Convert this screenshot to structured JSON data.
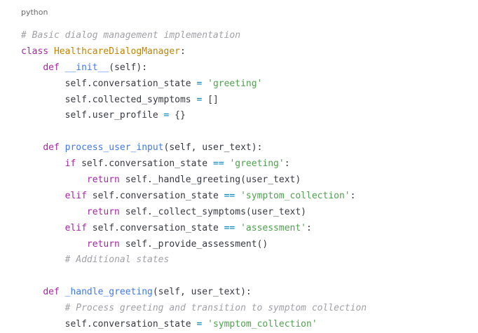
{
  "language_label": "python",
  "colors": {
    "keyword": "#a626a4",
    "class_name": "#c18401",
    "function_name": "#4078f2",
    "string": "#50a14f",
    "comment": "#a0a1a7",
    "operator": "#0184bc",
    "plain": "#383a42"
  },
  "code_lines": [
    {
      "indent": 0,
      "tokens": [
        {
          "t": "cmt",
          "v": "# Basic dialog management implementation"
        }
      ]
    },
    {
      "indent": 0,
      "tokens": [
        {
          "t": "kw",
          "v": "class"
        },
        {
          "t": "plain",
          "v": " "
        },
        {
          "t": "cls",
          "v": "HealthcareDialogManager"
        },
        {
          "t": "plain",
          "v": ":"
        }
      ]
    },
    {
      "indent": 1,
      "tokens": [
        {
          "t": "kw",
          "v": "def"
        },
        {
          "t": "plain",
          "v": " "
        },
        {
          "t": "fn",
          "v": "__init__"
        },
        {
          "t": "plain",
          "v": "(self):"
        }
      ]
    },
    {
      "indent": 2,
      "tokens": [
        {
          "t": "plain",
          "v": "self.conversation_state "
        },
        {
          "t": "op",
          "v": "="
        },
        {
          "t": "plain",
          "v": " "
        },
        {
          "t": "str",
          "v": "'greeting'"
        }
      ]
    },
    {
      "indent": 2,
      "tokens": [
        {
          "t": "plain",
          "v": "self.collected_symptoms "
        },
        {
          "t": "op",
          "v": "="
        },
        {
          "t": "plain",
          "v": " []"
        }
      ]
    },
    {
      "indent": 2,
      "tokens": [
        {
          "t": "plain",
          "v": "self.user_profile "
        },
        {
          "t": "op",
          "v": "="
        },
        {
          "t": "plain",
          "v": " {}"
        }
      ]
    },
    {
      "indent": 0,
      "tokens": []
    },
    {
      "indent": 1,
      "tokens": [
        {
          "t": "kw",
          "v": "def"
        },
        {
          "t": "plain",
          "v": " "
        },
        {
          "t": "fn",
          "v": "process_user_input"
        },
        {
          "t": "plain",
          "v": "(self, user_text):"
        }
      ]
    },
    {
      "indent": 2,
      "tokens": [
        {
          "t": "kw",
          "v": "if"
        },
        {
          "t": "plain",
          "v": " self.conversation_state "
        },
        {
          "t": "op",
          "v": "=="
        },
        {
          "t": "plain",
          "v": " "
        },
        {
          "t": "str",
          "v": "'greeting'"
        },
        {
          "t": "plain",
          "v": ":"
        }
      ]
    },
    {
      "indent": 3,
      "tokens": [
        {
          "t": "kw",
          "v": "return"
        },
        {
          "t": "plain",
          "v": " self._handle_greeting(user_text)"
        }
      ]
    },
    {
      "indent": 2,
      "tokens": [
        {
          "t": "kw",
          "v": "elif"
        },
        {
          "t": "plain",
          "v": " self.conversation_state "
        },
        {
          "t": "op",
          "v": "=="
        },
        {
          "t": "plain",
          "v": " "
        },
        {
          "t": "str",
          "v": "'symptom_collection'"
        },
        {
          "t": "plain",
          "v": ":"
        }
      ]
    },
    {
      "indent": 3,
      "tokens": [
        {
          "t": "kw",
          "v": "return"
        },
        {
          "t": "plain",
          "v": " self._collect_symptoms(user_text)"
        }
      ]
    },
    {
      "indent": 2,
      "tokens": [
        {
          "t": "kw",
          "v": "elif"
        },
        {
          "t": "plain",
          "v": " self.conversation_state "
        },
        {
          "t": "op",
          "v": "=="
        },
        {
          "t": "plain",
          "v": " "
        },
        {
          "t": "str",
          "v": "'assessment'"
        },
        {
          "t": "plain",
          "v": ":"
        }
      ]
    },
    {
      "indent": 3,
      "tokens": [
        {
          "t": "kw",
          "v": "return"
        },
        {
          "t": "plain",
          "v": " self._provide_assessment()"
        }
      ]
    },
    {
      "indent": 2,
      "tokens": [
        {
          "t": "cmt",
          "v": "# Additional states"
        }
      ]
    },
    {
      "indent": 0,
      "tokens": []
    },
    {
      "indent": 1,
      "tokens": [
        {
          "t": "kw",
          "v": "def"
        },
        {
          "t": "plain",
          "v": " "
        },
        {
          "t": "fn",
          "v": "_handle_greeting"
        },
        {
          "t": "plain",
          "v": "(self, user_text):"
        }
      ]
    },
    {
      "indent": 2,
      "tokens": [
        {
          "t": "cmt",
          "v": "# Process greeting and transition to symptom collection"
        }
      ]
    },
    {
      "indent": 2,
      "tokens": [
        {
          "t": "plain",
          "v": "self.conversation_state "
        },
        {
          "t": "op",
          "v": "="
        },
        {
          "t": "plain",
          "v": " "
        },
        {
          "t": "str",
          "v": "'symptom_collection'"
        }
      ]
    }
  ]
}
